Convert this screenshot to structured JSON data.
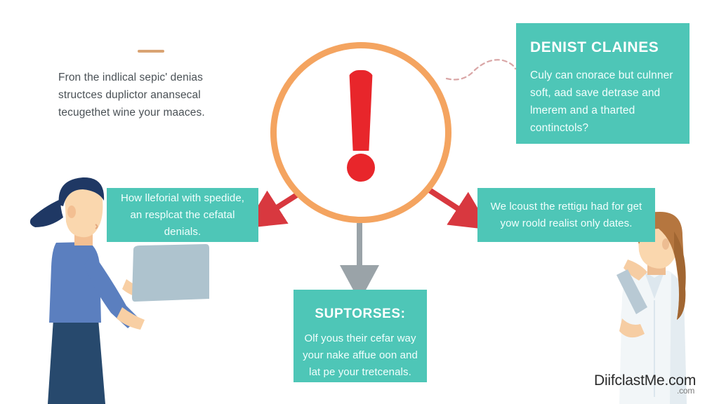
{
  "page": {
    "title": "Denial Management Infographic",
    "background_color": "#ffffff",
    "accent_teal": "#4ec6b7",
    "accent_orange": "#f4a460",
    "accent_red": "#e8262b",
    "arrow_red": "#d8383f",
    "arrow_gray": "#9aa3a8",
    "dashed_connector": "#d9a6a6"
  },
  "intro": {
    "text": "Fron the indlical sepic' denias structces duplictor anansecal tecugethet wine your maaces."
  },
  "center": {
    "icon": "exclamation-mark",
    "circle_color": "#f4a460",
    "mark_color": "#e8262b"
  },
  "boxes": {
    "top_right": {
      "heading": "DENIST CLAINES",
      "body": "Culy can cnorace but culnner soft, aad save detrase and lmerem and a tharted continctols?"
    },
    "left": {
      "heading": "",
      "body": "How lleforial with spedide, an resplcat the cefatal denials."
    },
    "right": {
      "heading": "",
      "body": "We lcoust the rettigu had for get yow roold realist only dates."
    },
    "bottom": {
      "heading": "SUPTORSES:",
      "body": "Olf yous their cefar way your nake affue oon and lat pe your tretcenals."
    }
  },
  "people": {
    "left": {
      "name": "woman-with-laptop",
      "hair_color": "#1f3864",
      "shirt_color": "#5b7fbf",
      "skirt_color": "#27496d",
      "skin_color": "#f8cfa4",
      "device": "laptop",
      "device_color": "#aec3ce"
    },
    "right": {
      "name": "woman-with-tablet",
      "hair_color": "#b5763f",
      "coat_color": "#f2f6f8",
      "skin_color": "#f6cda3",
      "device": "tablet",
      "device_color": "#b8c9d4"
    }
  },
  "watermark": {
    "main": "DiifclastMe.com",
    "sub": ".com"
  }
}
